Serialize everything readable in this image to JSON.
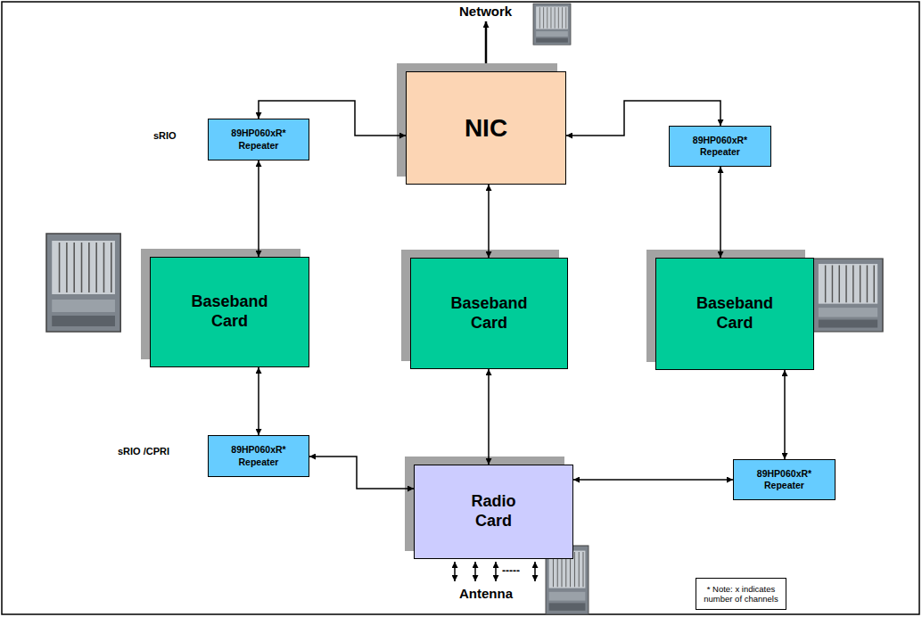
{
  "diagram": {
    "nodes": [
      {
        "text": [
          "NIC"
        ]
      },
      {
        "text": [
          "89HP060xR*",
          "Repeater"
        ]
      },
      {
        "text": [
          "89HP060xR*",
          "Repeater"
        ]
      },
      {
        "text": [
          "Baseband Card"
        ]
      },
      {
        "text": [
          "Baseband Card"
        ]
      },
      {
        "text": [
          "Baseband Card"
        ]
      },
      {
        "text": [
          "89HP060xR*",
          "Repeater"
        ]
      },
      {
        "text": [
          "Radio Card"
        ]
      },
      {
        "text": [
          "89HP060xR*",
          "Repeater"
        ]
      },
      {
        "text": [
          "* Note: x indicates number of channels"
        ]
      }
    ],
    "edges": [
      {
        "from": 1,
        "to": 0,
        "arrow": "both"
      },
      {
        "from": 0,
        "to": 2,
        "arrow": "both"
      },
      {
        "from": 1,
        "to": 3,
        "arrow": "both"
      },
      {
        "from": 0,
        "to": 4,
        "arrow": "both"
      },
      {
        "from": 2,
        "to": 5,
        "arrow": "both"
      },
      {
        "from": 3,
        "to": 6,
        "arrow": "both"
      },
      {
        "from": 4,
        "to": 7,
        "arrow": "both"
      },
      {
        "from": 5,
        "to": 8,
        "arrow": "both"
      },
      {
        "from": 6,
        "to": 7,
        "arrow": "both"
      },
      {
        "from": 8,
        "to": 7,
        "arrow": "both"
      }
    ],
    "labels": [
      "Network",
      "sRIO",
      "sRIO /CPRI",
      "-----",
      "Antenna"
    ]
  }
}
